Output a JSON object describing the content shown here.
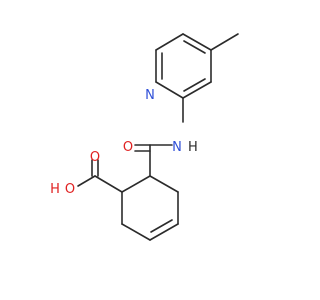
{
  "molecule": {
    "atoms": {
      "pyridine_n": {
        "symbol": "N",
        "color": "#3050d8"
      },
      "amide_nh": {
        "symbol": "H",
        "color": "#2b2b2b"
      },
      "amide_n": {
        "symbol": "N",
        "color": "#3050d8"
      },
      "amide_o": {
        "symbol": "O",
        "color": "#e02020"
      },
      "acid_o": {
        "symbol": "O",
        "color": "#e02020"
      },
      "acid_oh_h": {
        "symbol": "H",
        "color": "#e02020"
      },
      "acid_oh_o": {
        "symbol": "O",
        "color": "#e02020"
      }
    },
    "bond_color": "#2b2b2b"
  }
}
